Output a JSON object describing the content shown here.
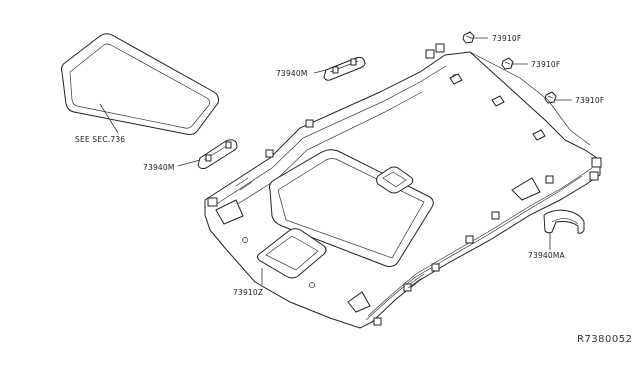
{
  "diagram": {
    "reference_code": "R7380052",
    "callouts": {
      "sunroof_seal": "SEE SEC.736",
      "grip_upper": "73940M",
      "grip_left": "73940M",
      "clip_1": "73910F",
      "clip_2": "73910F",
      "clip_3": "73910F",
      "headlining": "73910Z",
      "grip_right": "73940MA"
    }
  }
}
